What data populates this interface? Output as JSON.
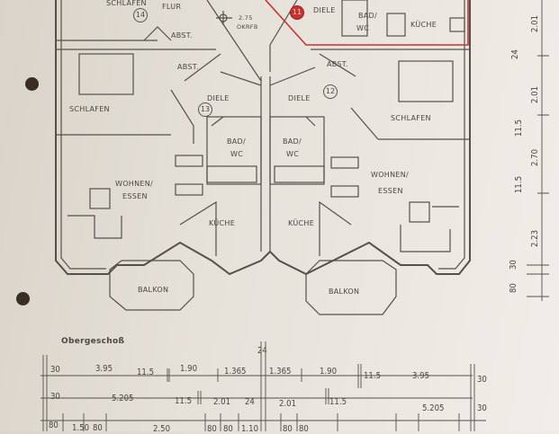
{
  "title": "Obergeschoß",
  "rooms": {
    "schlafen_top": "SCHLAFEN",
    "flur": "FLUR",
    "abst_top": "ABST.",
    "level": "2.75",
    "level_note": "OKRFB",
    "diele_11": "DIELE",
    "bad_11": "BAD/",
    "wc_11": "WC",
    "kueche_11": "KÜCHE",
    "abst_l": "ABST.",
    "abst_r": "ABST.",
    "diele_l": "DIELE",
    "diele_r": "DIELE",
    "schlafen_l": "SCHLAFEN",
    "schlafen_r": "SCHLAFEN",
    "bad_l": "BAD/",
    "wc_l": "WC",
    "bad_r": "BAD/",
    "wc_r": "WC",
    "wohnen_l": "WOHNEN/",
    "essen_l": "ESSEN",
    "wohnen_r": "WOHNEN/",
    "essen_r": "ESSEN",
    "kueche_l": "KÜCHE",
    "kueche_r": "KÜCHE",
    "balkon_l": "BALKON",
    "balkon_r": "BALKON"
  },
  "unit_numbers": {
    "u14": "14",
    "u11": "11",
    "u13": "13",
    "u12": "12"
  },
  "highlight_color": "#c8322e",
  "dims_row1": [
    "30",
    "3.95",
    "11.5",
    "1.90",
    "1.365",
    "24",
    "1.365",
    "1.90",
    "11.5",
    "3.95",
    "30"
  ],
  "dims_row2": [
    "30",
    "5.205",
    "11.5",
    "2.01",
    "24",
    "2.01",
    "11.5",
    "5.205",
    "30"
  ],
  "dims_row3": [
    "80",
    "1.50",
    "80",
    "2.50",
    "80",
    "80",
    "1.10",
    "80",
    "80"
  ],
  "dims_right": [
    "2.01",
    "24",
    "2.01",
    "11.5",
    "2.70",
    "11.5",
    "2.23",
    "30",
    "80"
  ]
}
